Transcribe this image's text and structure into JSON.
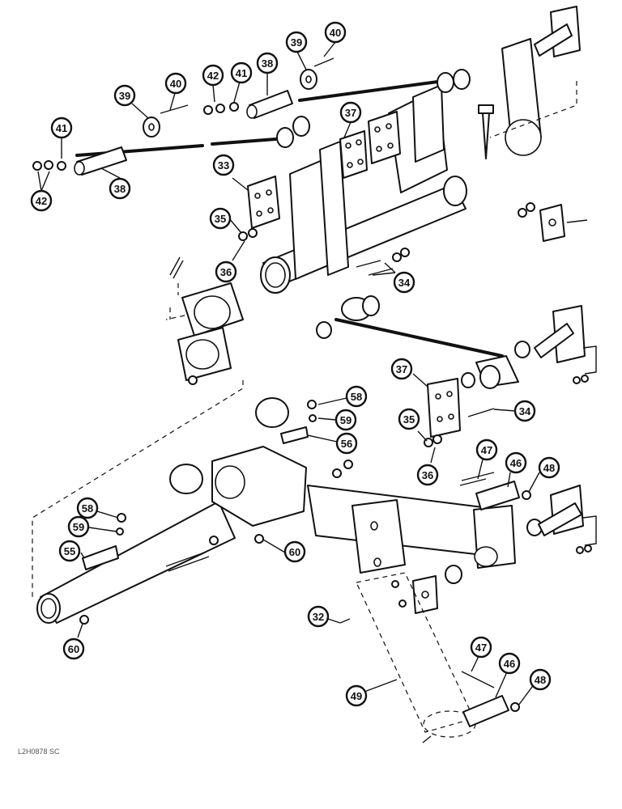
{
  "diagram": {
    "reference_code": "L2H0878 SC"
  },
  "callouts": [
    {
      "id": "c-40a",
      "label": "40"
    },
    {
      "id": "c-39a",
      "label": "39"
    },
    {
      "id": "c-38a",
      "label": "38"
    },
    {
      "id": "c-41a",
      "label": "41"
    },
    {
      "id": "c-42a",
      "label": "42"
    },
    {
      "id": "c-40b",
      "label": "40"
    },
    {
      "id": "c-39b",
      "label": "39"
    },
    {
      "id": "c-41b",
      "label": "41"
    },
    {
      "id": "c-42b",
      "label": "42"
    },
    {
      "id": "c-38b",
      "label": "38"
    },
    {
      "id": "c-37a",
      "label": "37"
    },
    {
      "id": "c-33",
      "label": "33"
    },
    {
      "id": "c-35a",
      "label": "35"
    },
    {
      "id": "c-36a",
      "label": "36"
    },
    {
      "id": "c-34a",
      "label": "34"
    },
    {
      "id": "c-37b",
      "label": "37"
    },
    {
      "id": "c-34b",
      "label": "34"
    },
    {
      "id": "c-35b",
      "label": "35"
    },
    {
      "id": "c-36b",
      "label": "36"
    },
    {
      "id": "c-58a",
      "label": "58"
    },
    {
      "id": "c-59a",
      "label": "59"
    },
    {
      "id": "c-56",
      "label": "56"
    },
    {
      "id": "c-47a",
      "label": "47"
    },
    {
      "id": "c-46a",
      "label": "46"
    },
    {
      "id": "c-48a",
      "label": "48"
    },
    {
      "id": "c-58b",
      "label": "58"
    },
    {
      "id": "c-59b",
      "label": "59"
    },
    {
      "id": "c-55",
      "label": "55"
    },
    {
      "id": "c-60a",
      "label": "60"
    },
    {
      "id": "c-60b",
      "label": "60"
    },
    {
      "id": "c-32",
      "label": "32"
    },
    {
      "id": "c-47b",
      "label": "47"
    },
    {
      "id": "c-46b",
      "label": "46"
    },
    {
      "id": "c-48b",
      "label": "48"
    },
    {
      "id": "c-49",
      "label": "49"
    }
  ]
}
